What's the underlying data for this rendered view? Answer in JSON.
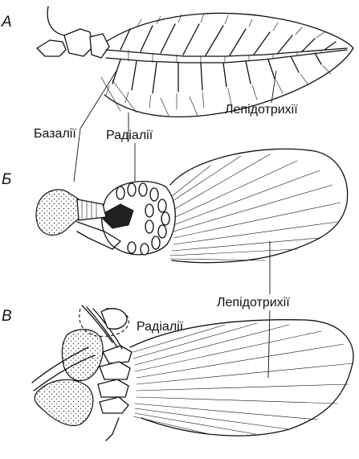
{
  "panels": {
    "a": "А",
    "b": "Б",
    "c": "В"
  },
  "labels": {
    "lepidotrichia_a": "Лепідотрихії",
    "basalia": "Базалії",
    "radialia_b": "Радіалії",
    "lepidotrichia_bc": "Лепідотрихії",
    "radialia_c": "Радіалії"
  }
}
